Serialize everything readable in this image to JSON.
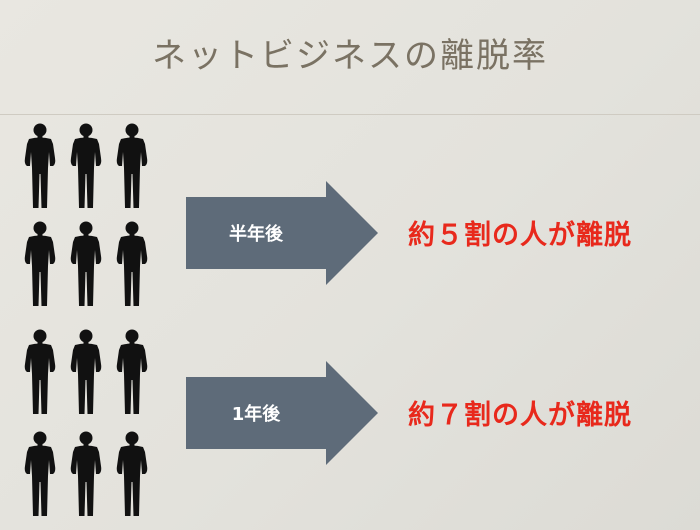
{
  "slide": {
    "title": "ネットビジネスの離脱率",
    "colors": {
      "title": "#7a7263",
      "arrow": "#5e6b79",
      "result": "#e8291c",
      "silhouette": "#111111"
    },
    "people_icon": "person-silhouette-icon",
    "rows": [
      {
        "period_label": "半年後",
        "result_text": "約５割の人が離脱"
      },
      {
        "period_label": "1年後",
        "result_text": "約７割の人が離脱"
      }
    ]
  }
}
